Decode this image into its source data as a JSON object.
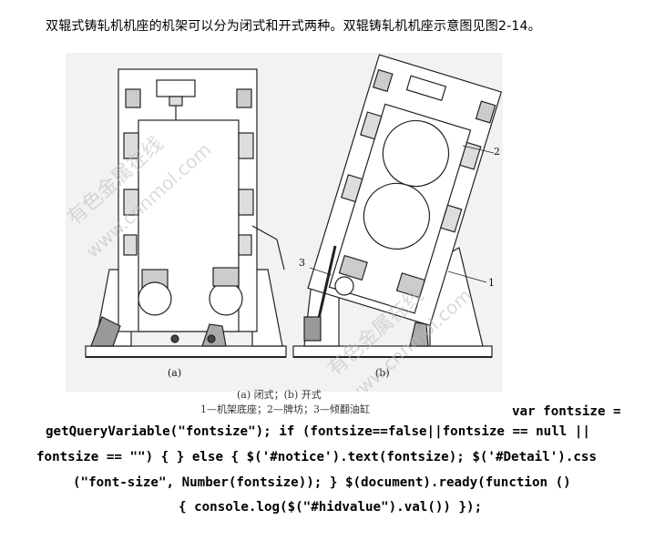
{
  "article": {
    "intro": "双辊式铸轧机机座的机架可以分为闭式和开式两种。双辊铸轧机机座示意图见图2-14。"
  },
  "figure": {
    "panel_a_label": "(a)",
    "panel_b_label": "(b)",
    "callout_1": "1",
    "callout_2": "2",
    "callout_3": "3",
    "caption_line1": "(a) 闭式；(b) 开式",
    "caption_line2": "1—机架底座；2—牌坊；3—倾翻油缸",
    "watermark_cn": "有色金属在线",
    "watermark_url": "www.cnnmol.com"
  },
  "script_text": {
    "line1": "var fontsize =",
    "line2": "getQueryVariable(\"fontsize\"); if (fontsize==false||fontsize == null ||",
    "line3": "fontsize == \"\") { } else { $('#notice').text(fontsize); $('#Detail').css",
    "line4": "(\"font-size\", Number(fontsize)); } $(document).ready(function ()",
    "line5": "{ console.log($(\"#hidvalue\").val()) });"
  }
}
